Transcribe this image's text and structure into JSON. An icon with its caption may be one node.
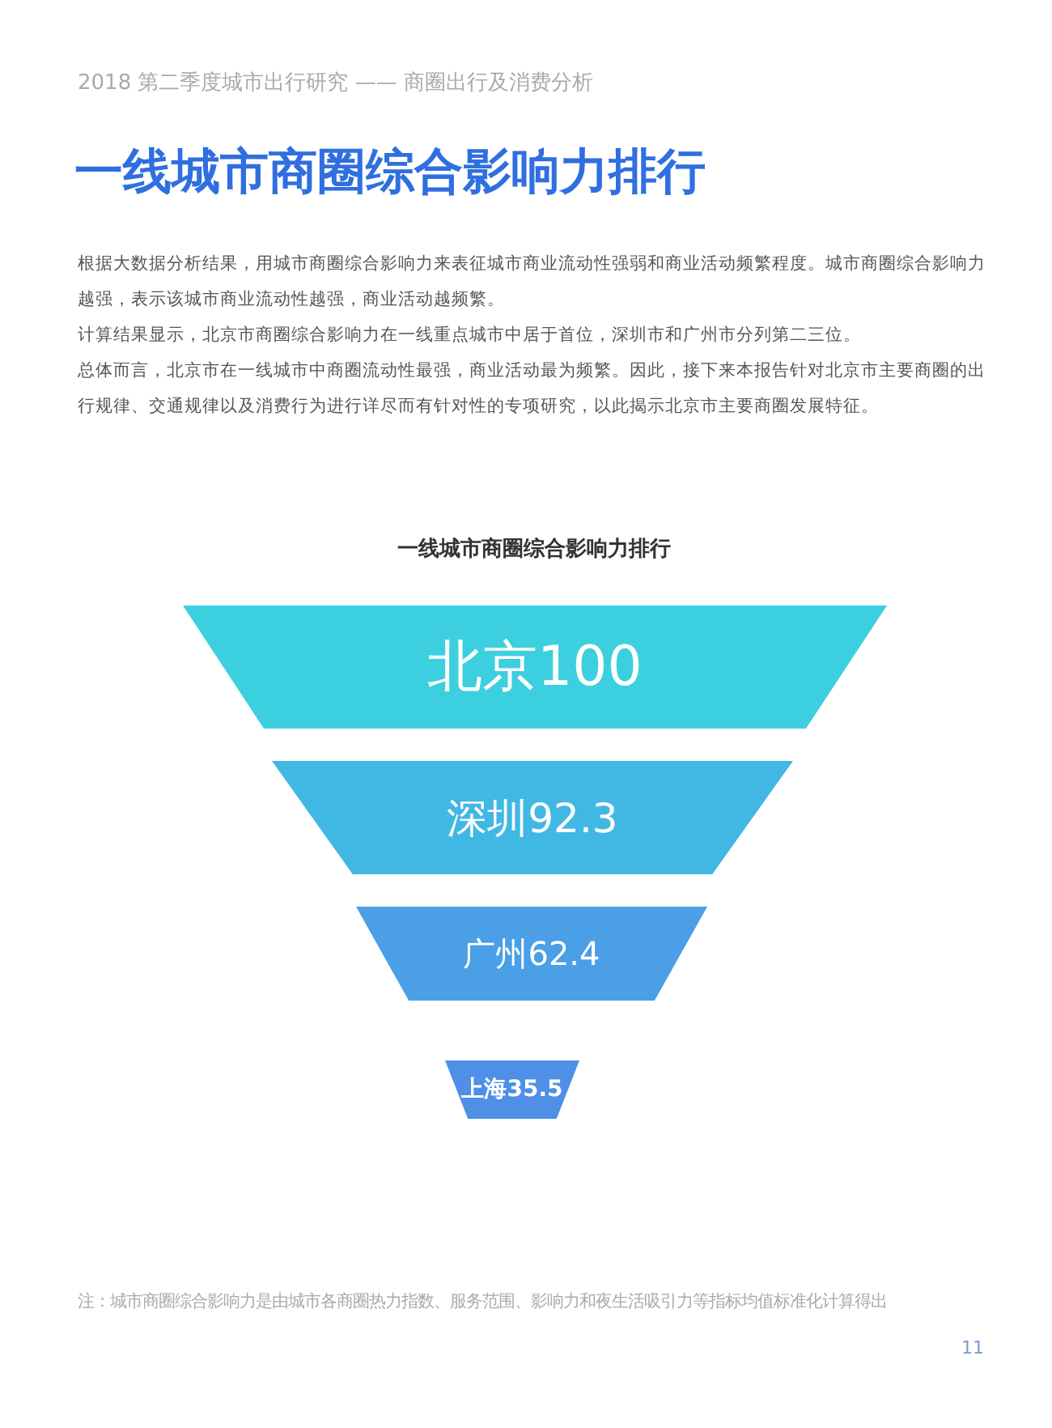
{
  "diagram": {
    "title": "一线城市商圈综合影响力排行",
    "nodes": [
      {
        "text": [
          "北京100"
        ]
      },
      {
        "text": [
          "深圳92.3"
        ]
      },
      {
        "text": [
          "广州62.4"
        ]
      },
      {
        "text": [
          "上海35.5"
        ]
      }
    ],
    "labels": [
      "2018 第二季度城市出行研究 —— 商圈出行及消费分析",
      "根据大数据分析结果，用城市商圈综合影响力来表征城市商业流动性强弱和商业活动频繁程度。城市商圈综合影响力越强，表示该城市商业流动性越强，商业活动越频繁。",
      "计算结果显示，北京市商圈综合影响力在一线重点城市中居于首位，深圳市和广州市分列第二三位。",
      "总体而言，北京市在一线城市中商圈流动性最强，商业活动最为频繁。因此，接下来本报告针对北京市主要商圈的出行规律、交通规律以及消费行为进行详尽而有针对性的专项研究，以此揭示北京市主要商圈发展特征。",
      "一线城市商圈综合影响力排行",
      "注：城市商圈综合影响力是由城市各商圈热力指数、服务范围、影响力和夜生活吸引力等指标均值标准化计算得出",
      "11"
    ]
  }
}
